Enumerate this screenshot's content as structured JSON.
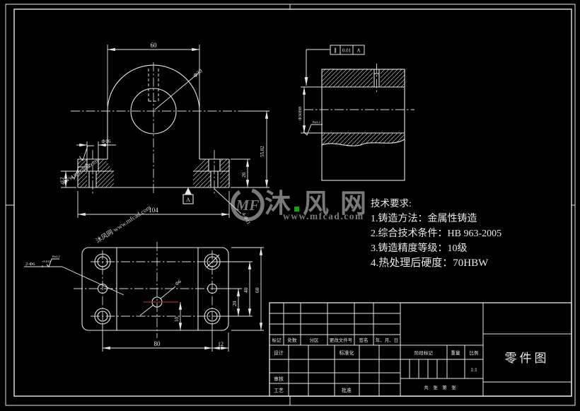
{
  "page": {
    "background": "#000000",
    "line_color": "#e6e6e6",
    "hatch_color": "#c0c0c0",
    "highlight_red": "#993030"
  },
  "watermark": {
    "logo_monogram": "MF",
    "brand_char_1": "沐",
    "brand_char_2": "风",
    "brand_char_3": "网",
    "url": "www.mfcad.com",
    "faint_mark_1": "www.mfcad.com",
    "faint_mark_2": "沐风网 www.mfcad.com",
    "gray": "#8f8f8f",
    "green": "#2eaf2e"
  },
  "tech_requirements": {
    "title": "技术要求:",
    "item_1": "1.铸造方法：金属性铸造",
    "item_2": "2.综合技术条件：HB 963-2005",
    "item_3": "3.铸造精度等级：10级",
    "item_4": "4.热处理后硬度：70HBW"
  },
  "front_view": {
    "dim_width": "60",
    "dim_bore": "Φ30",
    "dim_counterbore": "Φ16",
    "dim_base": "104",
    "dim_step": "12",
    "dim_flange": "26",
    "dim_height": "55.02",
    "dim_holes": "4-Φ11",
    "datum_label": "A",
    "roughness": "Ra3.2"
  },
  "side_view": {
    "tol_symbol": "∥",
    "tol_value": "0.01",
    "tol_datum": "A",
    "dim_bore": "Φ30H8",
    "roughness": "Ra3.2"
  },
  "top_view": {
    "dim_span": "80",
    "dim_edge": "12",
    "dim_mid": "20",
    "dim_rows": "40",
    "dim_height": "60",
    "dim_center_offset": "10",
    "center_hole": "Φ6",
    "side_holes": "2-Φ6",
    "side_holes_tol_upper": "+0.012",
    "side_holes_tol_lower": "0",
    "roughness": "Ra3.2"
  },
  "title_block": {
    "title": "零件图",
    "col_mark": "标记",
    "col_count": "处数",
    "col_zone": "分区",
    "col_doc": "更改文件号",
    "col_sign": "签名",
    "col_date": "年、月、日",
    "row_design": "设计",
    "row_standard": "标准化",
    "row_audit": "审核",
    "row_process": "工艺",
    "row_approve": "批准",
    "stage_mark": "阶段标记",
    "weight": "重量",
    "scale": "比例",
    "scale_value": "1:1",
    "sheet_info": "共　张　第　张"
  }
}
